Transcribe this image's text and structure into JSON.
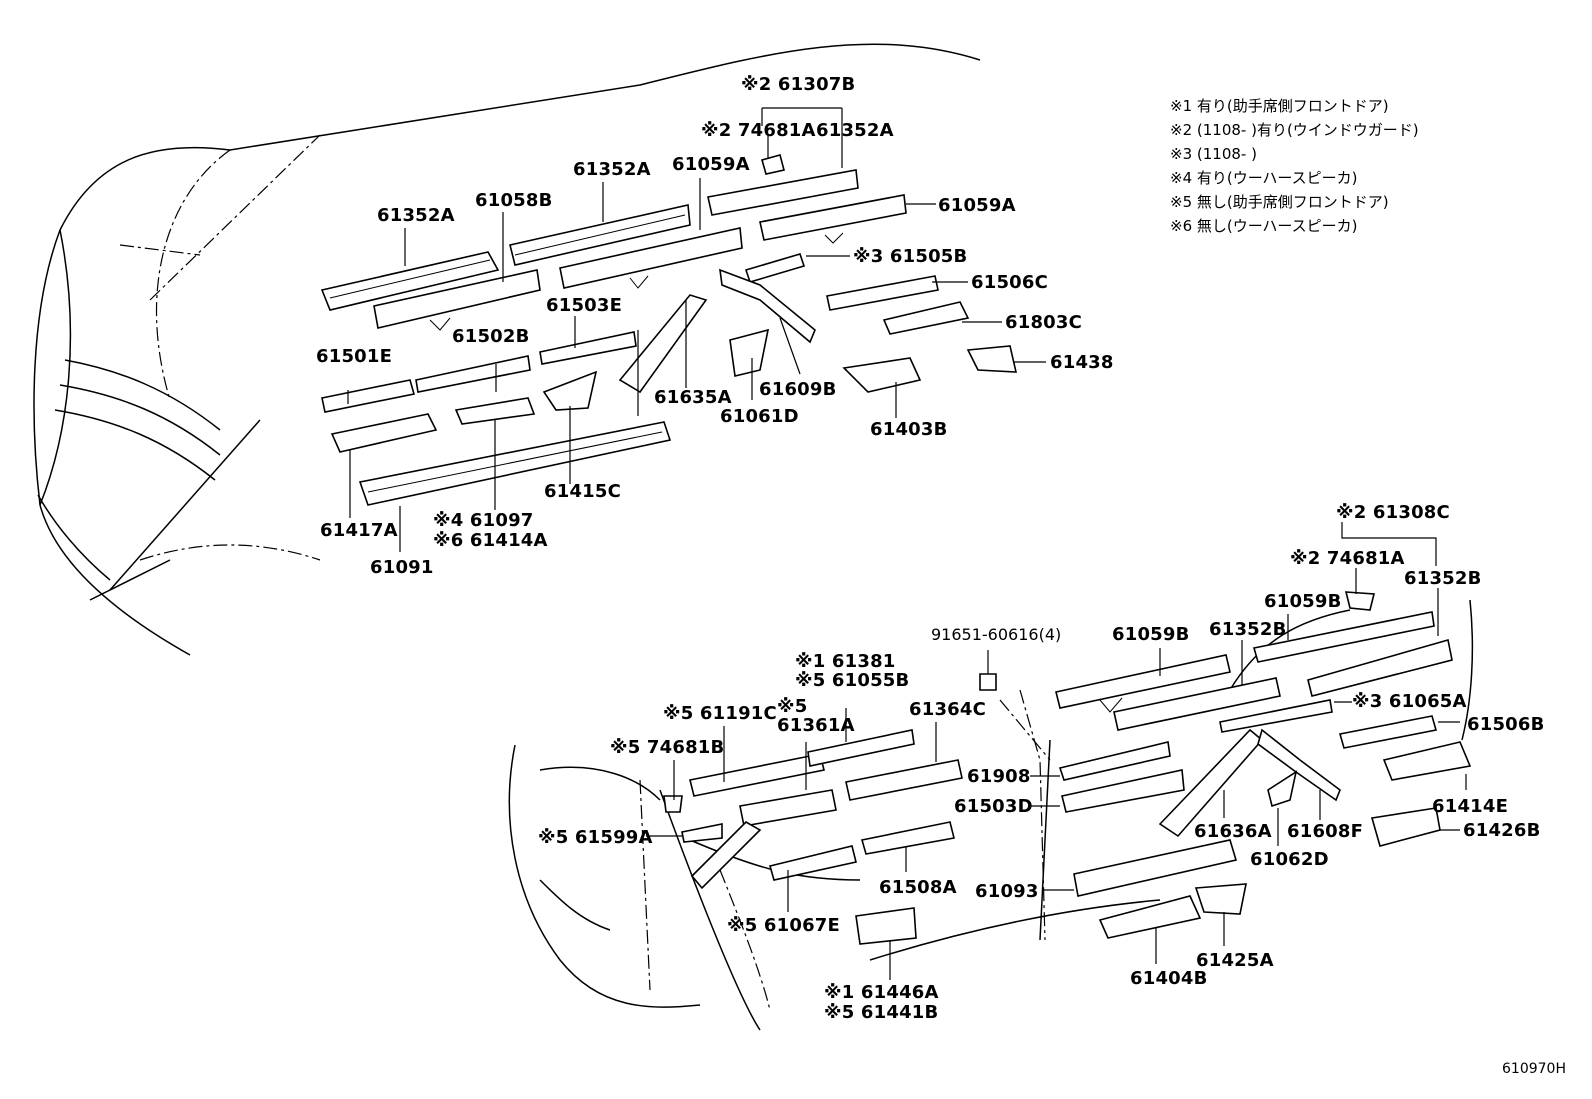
{
  "labels": {
    "l1": "※2 61307B",
    "l2": "※2 74681A",
    "l3": "61352A",
    "l4": "61352A",
    "l5": "61059A",
    "l6": "61059A",
    "l7": "61352A",
    "l8": "61058B",
    "l9": "※3 61505B",
    "l10": "61506C",
    "l11": "61803C",
    "l12": "61438",
    "l13": "61503E",
    "l14": "61502B",
    "l15": "61501E",
    "l16": "61635A",
    "l17": "61609B",
    "l18": "61061D",
    "l19": "61403B",
    "l20": "61415C",
    "l21": "61417A",
    "l22": "※4 61097",
    "l23": "※6 61414A",
    "l24": "61091",
    "l25": "※2 61308C",
    "l26": "※2 74681A",
    "l27": "61352B",
    "l28": "61059B",
    "l29": "91651-60616(4)",
    "l30": "61059B",
    "l31": "61352B",
    "l32": "※1 61381",
    "l33": "※5 61055B",
    "l34": "※3 61065A",
    "l35": "61506B",
    "l36": "※5 61191C",
    "l37": "※5",
    "l38": "61361A",
    "l39": "61364C",
    "l40": "※5 74681B",
    "l41": "61908",
    "l42": "61503D",
    "l43": "61414E",
    "l44": "61426B",
    "l45": "※5 61599A",
    "l46": "61636A",
    "l47": "61608F",
    "l48": "61062D",
    "l49": "61508A",
    "l50": "61093",
    "l51": "※5 61067E",
    "l52": "61425A",
    "l53": "61404B",
    "l54": "※1 61446A",
    "l55": "※5 61441B"
  },
  "notes": [
    "※1 有り(助手席側フロントドア)",
    "※2 (1108-      )有り(ウインドウガード)",
    "※3 (1108-      )",
    "※4 有り(ウーハースピーカ)",
    "※5 無し(助手席側フロントドア)",
    "※6 無し(ウーハースピーカ)"
  ],
  "diagram_code": "610970H"
}
